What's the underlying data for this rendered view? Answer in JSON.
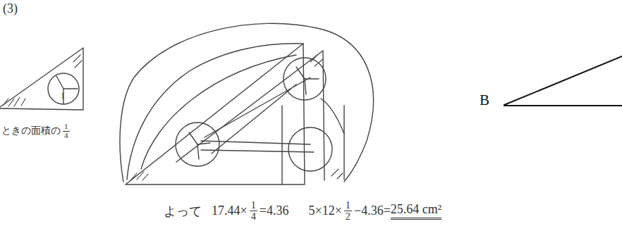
{
  "diagram": {
    "labels": [
      "(3)",
      "1",
      "ときの面積の",
      "1",
      "4",
      "よって",
      "17.44×",
      "1",
      "4",
      "=4.36",
      "5×12×",
      "1",
      "2",
      "−4.36=",
      "25.64 cm²",
      "B"
    ]
  }
}
